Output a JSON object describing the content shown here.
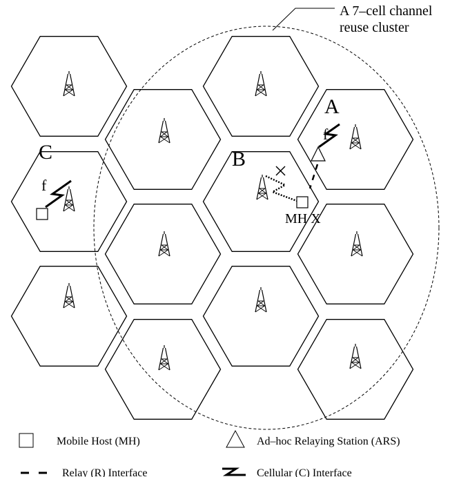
{
  "annotation": {
    "line1": "A 7–cell channel",
    "line2": "reuse cluster"
  },
  "cell_labels": {
    "a": "A",
    "b": "B",
    "c": "C"
  },
  "freq_labels": {
    "left": "f",
    "right": "f"
  },
  "mh_label": "MH X",
  "legend": {
    "mobile_host": "Mobile Host (MH)",
    "ars": "Ad–hoc Relaying Station (ARS)",
    "relay": "Relay (R) Interface",
    "cellular": "Cellular (C) Interface"
  },
  "icons": [
    "tower-icon",
    "mobile-host-icon",
    "ars-triangle-icon",
    "relay-dash-icon",
    "cellular-zigzag-icon",
    "blocked-x-icon"
  ]
}
